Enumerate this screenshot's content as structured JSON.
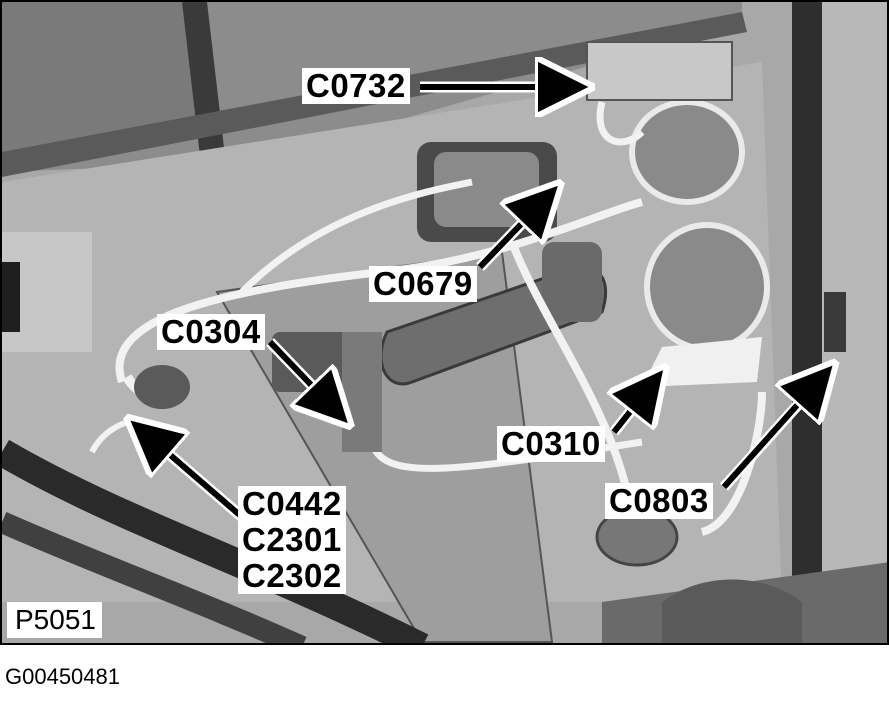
{
  "figure": {
    "picture_id": "P5051",
    "graphic_id": "G00450481",
    "callouts": [
      {
        "id": "c0732",
        "label": "C0732"
      },
      {
        "id": "c0679",
        "label": "C0679"
      },
      {
        "id": "c0304",
        "label": "C0304"
      },
      {
        "id": "c0310",
        "label": "C0310"
      },
      {
        "id": "c0803",
        "label": "C0803"
      },
      {
        "id": "c0442",
        "lines": [
          "C0442",
          "C2301",
          "C2302"
        ]
      }
    ]
  }
}
